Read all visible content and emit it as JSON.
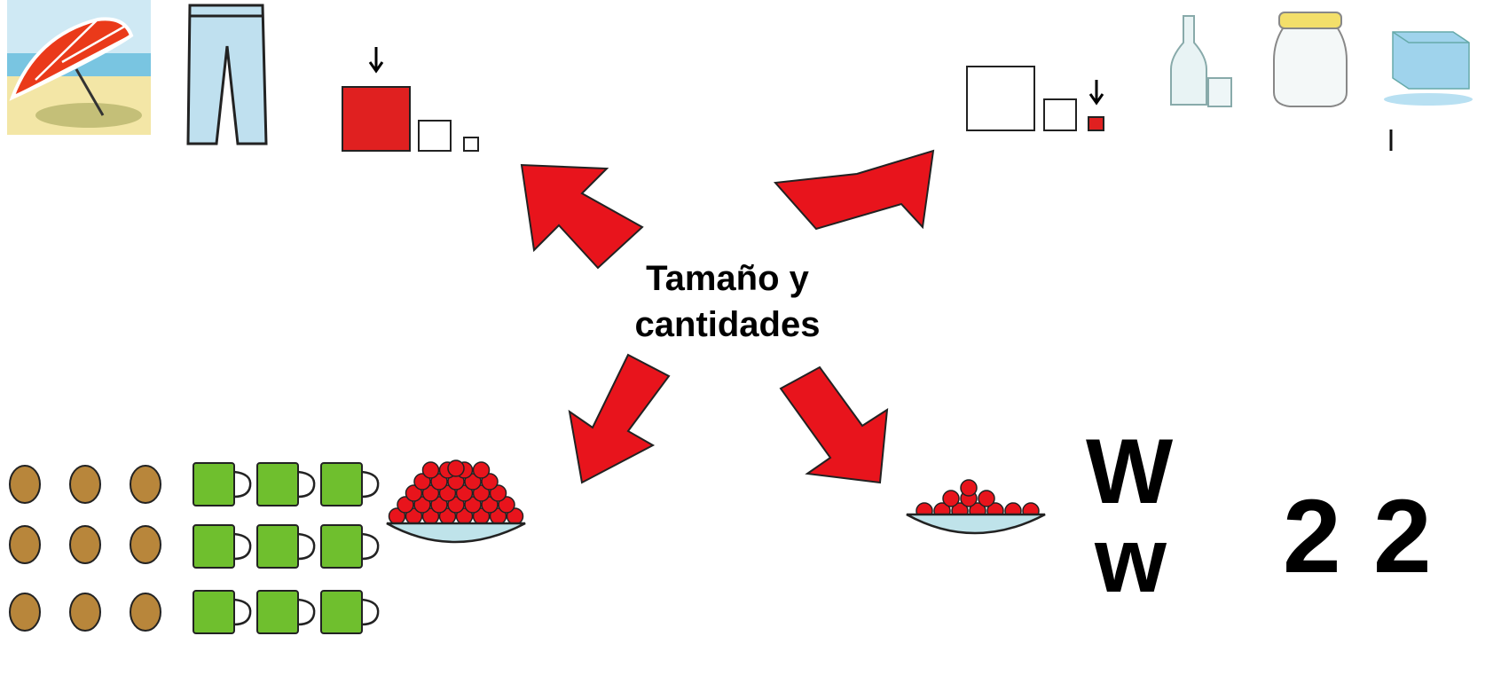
{
  "center": {
    "line1": "Tamaño y",
    "line2": "cantidades"
  },
  "symbols": {
    "w_upper": "W",
    "w_lower": "w",
    "num_big": "2",
    "num_small": "2"
  },
  "colors": {
    "arrow": "#e8141c",
    "red_square": "#e02020",
    "cup_green": "#6fbf2e",
    "potato": "#b8863b",
    "bowl": "#bfe3ea",
    "berry": "#e8141c"
  },
  "icons": {
    "top_left": [
      "beach-umbrella-icon",
      "jeans-icon",
      "big-size-squares-icon"
    ],
    "top_right": [
      "small-size-squares-icon",
      "bottle-and-glass-icon",
      "glass-jar-icon",
      "ice-block-icon"
    ],
    "bottom_left": [
      "potatoes-grid-icon",
      "green-cups-grid-icon",
      "full-bowl-berries-icon"
    ],
    "bottom_right": [
      "bowl-few-berries-icon"
    ]
  }
}
